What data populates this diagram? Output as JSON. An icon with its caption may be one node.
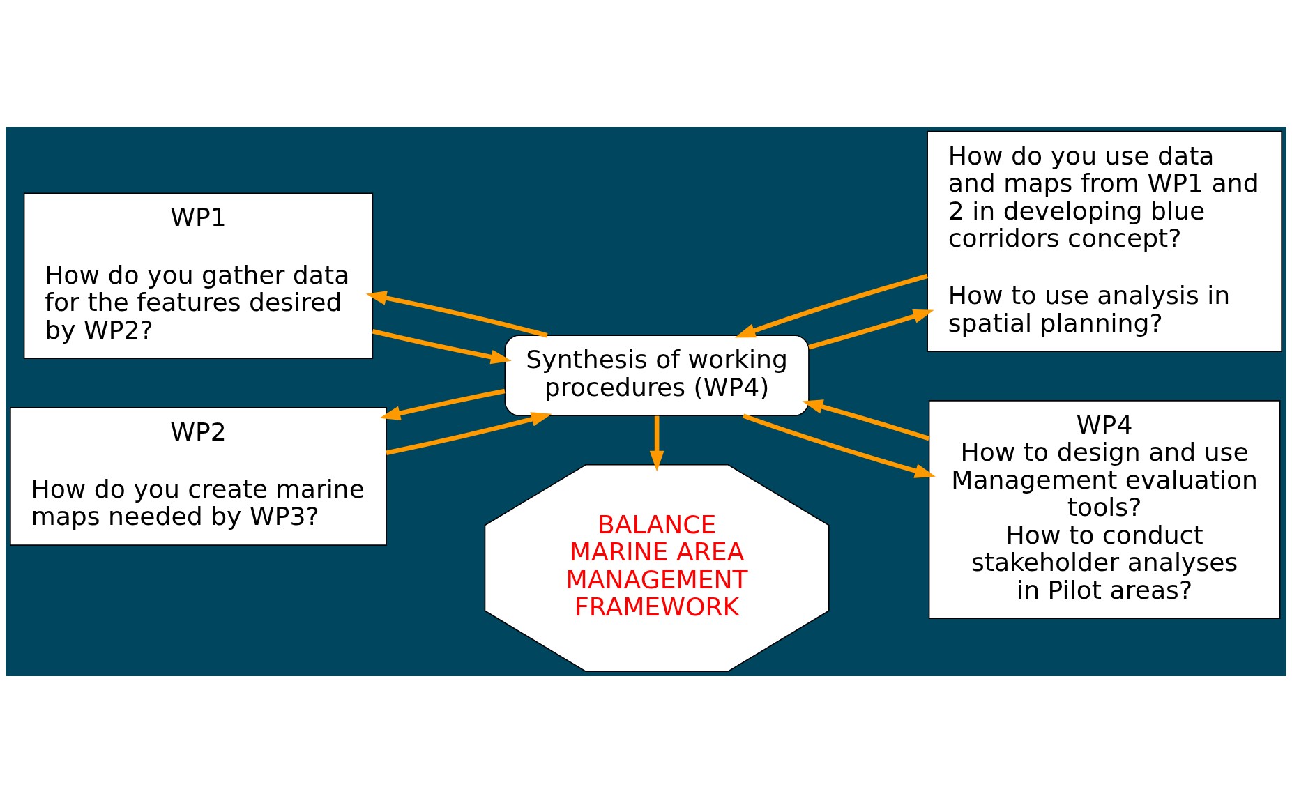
{
  "diagram": {
    "nodes": [
      {
        "text": [
          "WP1",
          "How do you gather data for the features desired by WP2?"
        ]
      },
      {
        "text": [
          "WP2",
          "How do you create marine maps needed by WP3?"
        ]
      },
      {
        "text": [
          "Synthesis of working procedures (WP4)"
        ]
      },
      {
        "text": [
          "How do you use data and maps from WP1 and 2 in developing blue corridors concept?",
          "How to use analysis in spatial planning?"
        ]
      },
      {
        "text": [
          "WP4",
          "How to design and use Management evaluation tools?",
          "How to conduct stakeholder analyses in Pilot areas?"
        ]
      },
      {
        "text": [
          "BALANCE MARINE AREA MANAGEMENT FRAMEWORK"
        ]
      }
    ],
    "edges": [
      {
        "from": 0,
        "to": 2,
        "arrow": "to"
      },
      {
        "from": 2,
        "to": 0,
        "arrow": "to"
      },
      {
        "from": 1,
        "to": 2,
        "arrow": "to"
      },
      {
        "from": 2,
        "to": 1,
        "arrow": "to"
      },
      {
        "from": 3,
        "to": 2,
        "arrow": "to"
      },
      {
        "from": 2,
        "to": 3,
        "arrow": "to"
      },
      {
        "from": 4,
        "to": 2,
        "arrow": "to"
      },
      {
        "from": 2,
        "to": 4,
        "arrow": "to"
      },
      {
        "from": 2,
        "to": 5,
        "arrow": "to"
      }
    ]
  }
}
